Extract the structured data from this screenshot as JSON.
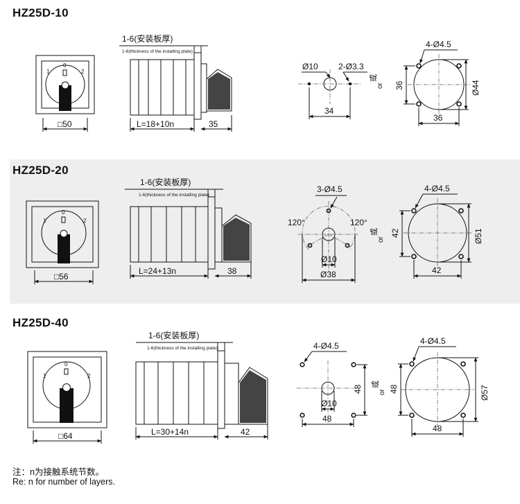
{
  "models": [
    {
      "name": "HZ25D-10",
      "panel_size": "□50",
      "plate_label": "1-6(安装板厚)",
      "plate_sublabel": "1-6(thickness of the installing plate)",
      "body_length": "L=18+10n",
      "handle_depth": "35",
      "hole_label": "Ø10",
      "mount_hole_label": "2-Ø3.3",
      "hole_spacing": "34",
      "or_cn": "或",
      "or_en": "or",
      "alt_holes_label": "4-Ø4.5",
      "alt_height": "36",
      "alt_width": "36",
      "alt_diameter": "Ø44"
    },
    {
      "name": "HZ25D-20",
      "panel_size": "□56",
      "plate_label": "1-6(安装板厚)",
      "plate_sublabel": "1-6(thickness of the installing plate)",
      "body_length": "L=24+13n",
      "handle_depth": "38",
      "mount_hole_label": "3-Ø4.5",
      "angle_left": "120°",
      "angle_right": "120°",
      "hole_label": "Ø10",
      "pcd_label": "Ø38",
      "or_cn": "或",
      "or_en": "or",
      "alt_holes_label": "4-Ø4.5",
      "alt_height": "42",
      "alt_width": "42",
      "alt_diameter": "Ø51"
    },
    {
      "name": "HZ25D-40",
      "panel_size": "□64",
      "plate_label": "1-6(安装板厚)",
      "plate_sublabel": "1-6(thickness of the installing plate)",
      "body_length": "L=30+14n",
      "handle_depth": "42",
      "mount_hole_label": "4-Ø4.5",
      "hole_label": "Ø10",
      "hole_height": "48",
      "hole_width": "48",
      "or_cn": "或",
      "or_en": "or",
      "alt_holes_label": "4-Ø4.5",
      "alt_height": "48",
      "alt_width": "48",
      "alt_diameter": "Ø57"
    }
  ],
  "positions": [
    "0",
    "1",
    "2"
  ],
  "note": {
    "cn": "注：n为接触系统节数。",
    "en": "Re: n for number of layers."
  }
}
